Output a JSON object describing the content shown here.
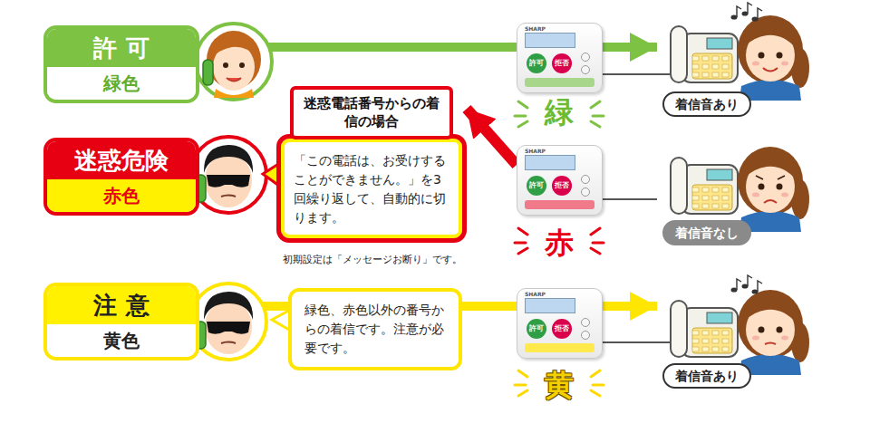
{
  "diagram": {
    "nodes": [
      {
        "text": [
          "許 可",
          "緑色"
        ]
      },
      {
        "text": [
          "SHARP",
          "許可",
          "拒否"
        ]
      },
      {
        "text": [
          "着信音あり"
        ]
      },
      {
        "text": [
          "迷惑危険",
          "赤色"
        ]
      },
      {
        "text": [
          "迷惑電話番号からの着信の場合",
          "「この電話は、お受けすることができません。」を3回繰り返して、自動的に切ります。"
        ]
      },
      {
        "text": [
          "SHARP",
          "許可",
          "拒否"
        ]
      },
      {
        "text": [
          "着信音なし"
        ]
      },
      {
        "text": [
          "注 意",
          "黄色"
        ]
      },
      {
        "text": [
          "緑色、赤色以外の番号からの着信です。注意が必要です。"
        ]
      },
      {
        "text": [
          "SHARP",
          "許可",
          "拒否"
        ]
      },
      {
        "text": [
          "着信音あり"
        ]
      }
    ],
    "edges": [
      {
        "from": 0,
        "to": 1,
        "arrow": "none"
      },
      {
        "from": 1,
        "to": 2,
        "arrow": "to"
      },
      {
        "from": 5,
        "to": 4,
        "arrow": "to"
      },
      {
        "from": 5,
        "to": 6,
        "arrow": "none"
      },
      {
        "from": 7,
        "to": 8,
        "arrow": "none"
      },
      {
        "from": 8,
        "to": 9,
        "arrow": "none"
      },
      {
        "from": 9,
        "to": 10,
        "arrow": "to"
      }
    ],
    "labels": [
      "緑",
      "赤",
      "黄",
      "初期設定は「メッセージお断り」です。"
    ]
  }
}
